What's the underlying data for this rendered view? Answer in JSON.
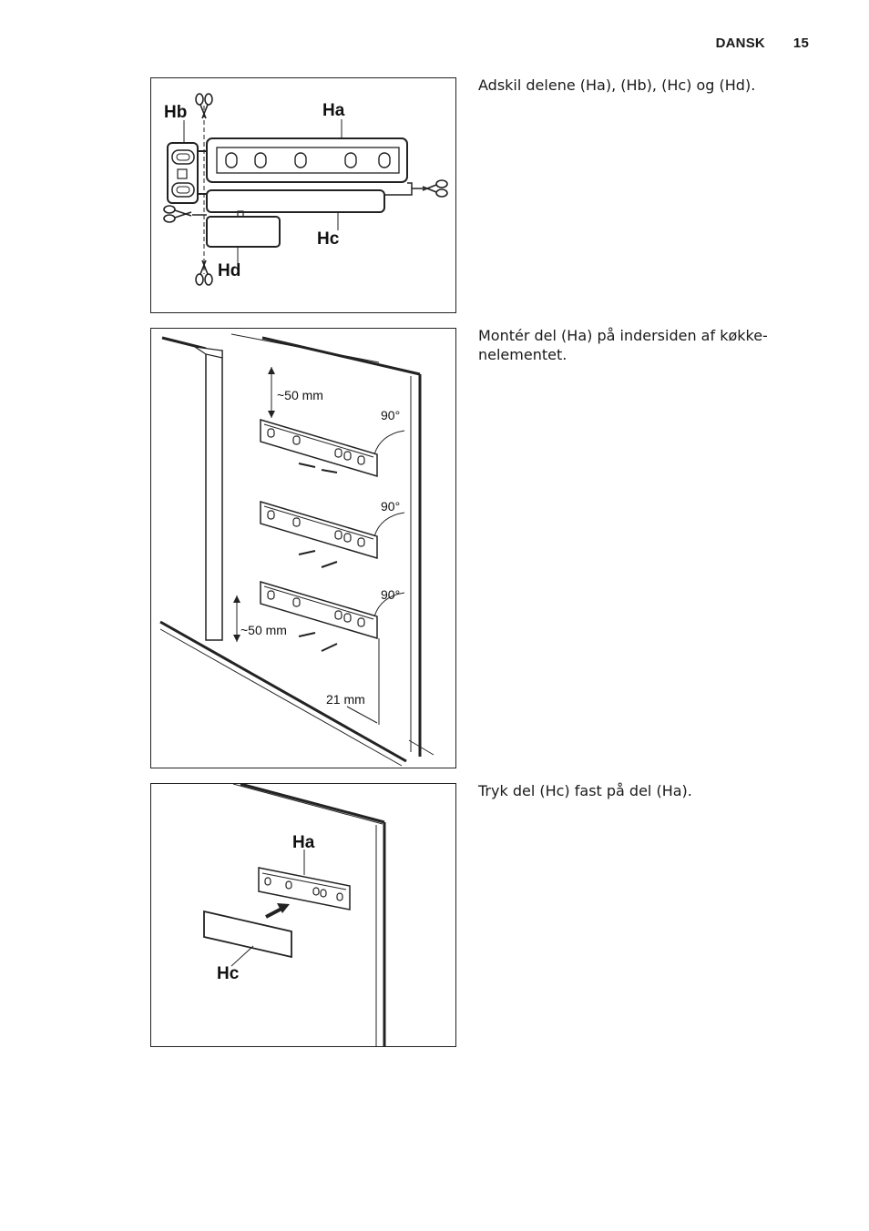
{
  "header": {
    "language": "DANSK",
    "page_number": "15"
  },
  "steps": [
    {
      "caption": "Adskil delene (Ha), (Hb), (Hc) og (Hd).",
      "labels": [
        "Hb",
        "Ha",
        "Hc",
        "Hd"
      ]
    },
    {
      "caption": "Montér del (Ha) på indersiden af køkke-nelementet.",
      "labels": [
        "~50 mm",
        "90°",
        "90°",
        "90°",
        "~50 mm",
        "21 mm"
      ]
    },
    {
      "caption": "Tryk del (Hc) fast på del (Ha).",
      "labels": [
        "Ha",
        "Hc"
      ]
    }
  ]
}
